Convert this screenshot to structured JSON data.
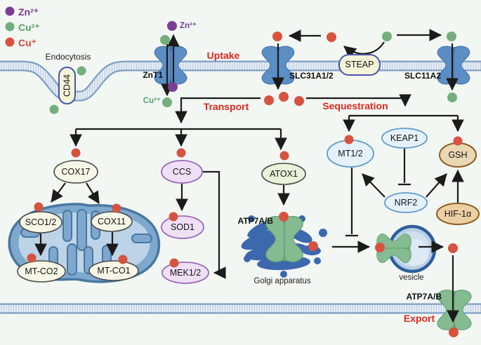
{
  "title": "Copper and zinc uptake, transport, sequestration and export pathway",
  "legend": {
    "items": [
      {
        "id": "zn2",
        "label": "Zn²⁺",
        "color": "#7a3e95"
      },
      {
        "id": "cu2",
        "label": "Cu²⁺",
        "color": "#56a263"
      },
      {
        "id": "cu1",
        "label": "Cu⁺",
        "color": "#d6493c"
      }
    ]
  },
  "process_labels": {
    "endocytosis": "Endocytosis",
    "uptake": "Uptake",
    "transport": "Transport",
    "sequestration": "Sequestration",
    "export": "Export"
  },
  "membrane_proteins": {
    "cd44": "CD44",
    "znt1": "ZnT1",
    "slc31": "SLC31A1/2",
    "steap": "STEAP",
    "slc11": "SLC11A2",
    "atp7ab_bottom": "ATP7A/B"
  },
  "ion_labels": {
    "zn": "Zn²⁺",
    "cu2": "Cu²⁺"
  },
  "nodes": {
    "cox17": "COX17",
    "sco12": "SCO1/2",
    "cox11": "COX11",
    "mtco2": "MT-CO2",
    "mtco1": "MT-CO1",
    "ccs": "CCS",
    "sod1": "SOD1",
    "mek12": "MEK1/2",
    "atox1": "ATOX1",
    "mt12": "MT1/2",
    "keap1": "KEAP1",
    "nrf2": "NRF2",
    "gsh": "GSH",
    "hif1a": "HIF-1α"
  },
  "organelles": {
    "golgi": "Golgi apparatus",
    "vesicle": "vesicle",
    "atp7ab_golgi": "ATP7A/B"
  },
  "colors": {
    "background": "#f2f7f3",
    "process_text": "#e2261b",
    "zn_dot": "#7a3e95",
    "cu2_dot": "#74ae7c",
    "cu1_dot": "#d6533f",
    "membrane_edge": "#7e9fc6",
    "transporter_blue": "#5b8ec4",
    "transporter_green": "#85bb90",
    "mitochondria": "#7fa8cf",
    "golgi_blue": "#3c68ae"
  }
}
